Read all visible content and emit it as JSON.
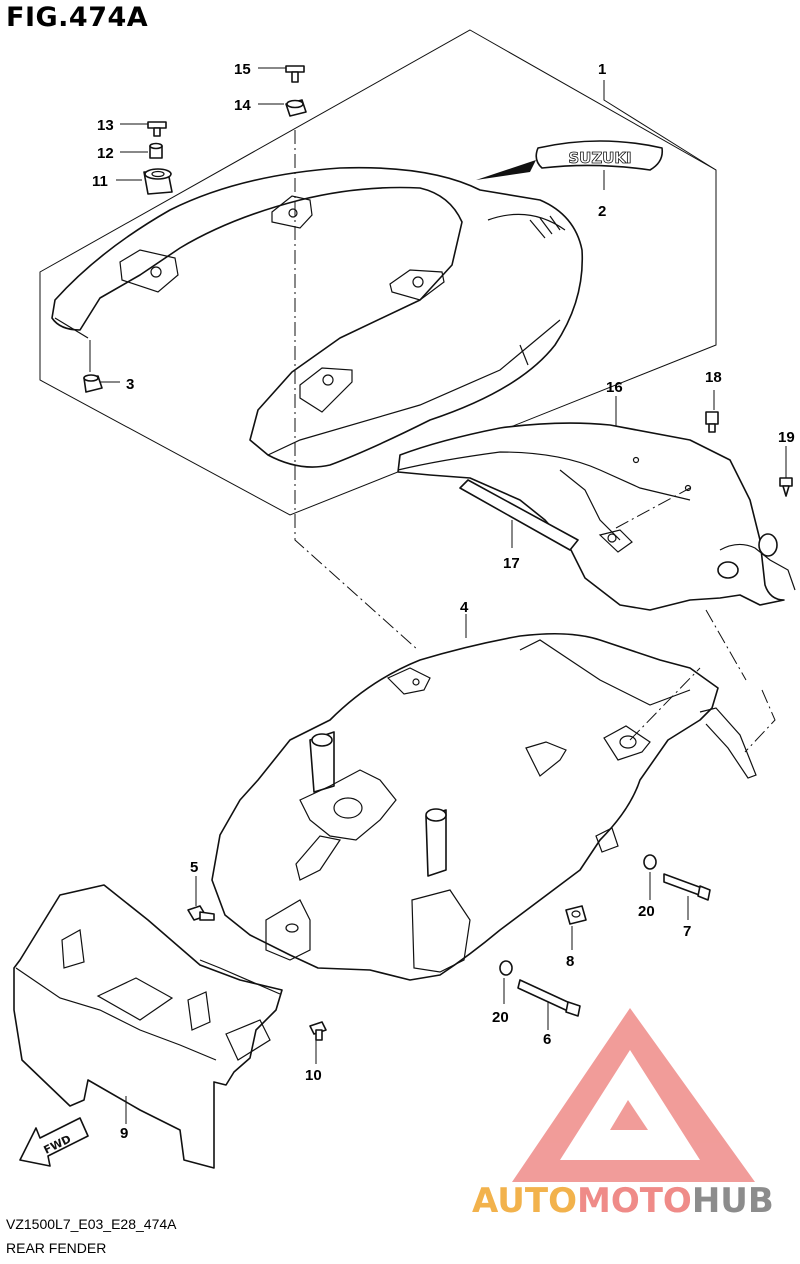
{
  "figure": {
    "title": "FIG.474A",
    "code": "VZ1500L7_E03_E28_474A",
    "caption": "REAR FENDER"
  },
  "decal_text": "SUZUKI",
  "fwd_label": "FWD",
  "callouts": [
    "1",
    "2",
    "3",
    "4",
    "5",
    "6",
    "7",
    "8",
    "9",
    "10",
    "11",
    "12",
    "13",
    "14",
    "15",
    "16",
    "17",
    "18",
    "19",
    "20",
    "20"
  ],
  "watermark": {
    "prefix": "AUTO",
    "middle": "MOTO",
    "suffix": "HUB",
    "colors": {
      "prefix": "#f2b24c",
      "middle": "#ef8b88",
      "suffix": "#8c8c8c",
      "triangle": "#ef8b88"
    }
  }
}
